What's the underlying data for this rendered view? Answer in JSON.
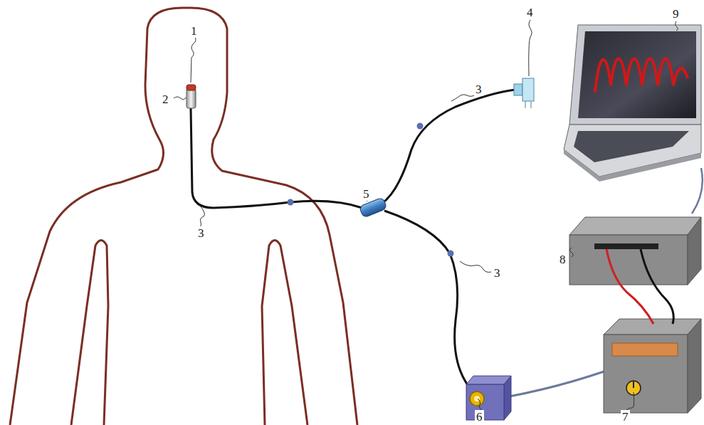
{
  "diagram": {
    "labels": [
      "9",
      "1",
      "4",
      "2",
      "5",
      "8",
      "3",
      "3",
      "3",
      "6",
      "7"
    ]
  }
}
